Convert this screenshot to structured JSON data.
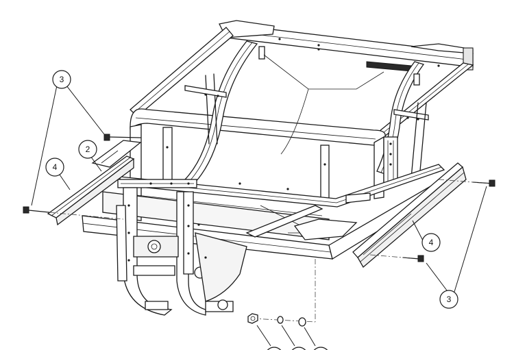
{
  "diagram": {
    "callouts": [
      {
        "id": "callout-3-upper-left",
        "label": "3"
      },
      {
        "id": "callout-2",
        "label": "2"
      },
      {
        "id": "callout-4-left",
        "label": "4"
      },
      {
        "id": "callout-4-right",
        "label": "4"
      },
      {
        "id": "callout-3-lower-right",
        "label": "3"
      },
      {
        "id": "callout-bottom-a",
        "label": ""
      },
      {
        "id": "callout-bottom-b",
        "label": ""
      },
      {
        "id": "callout-bottom-c",
        "label": ""
      }
    ]
  }
}
